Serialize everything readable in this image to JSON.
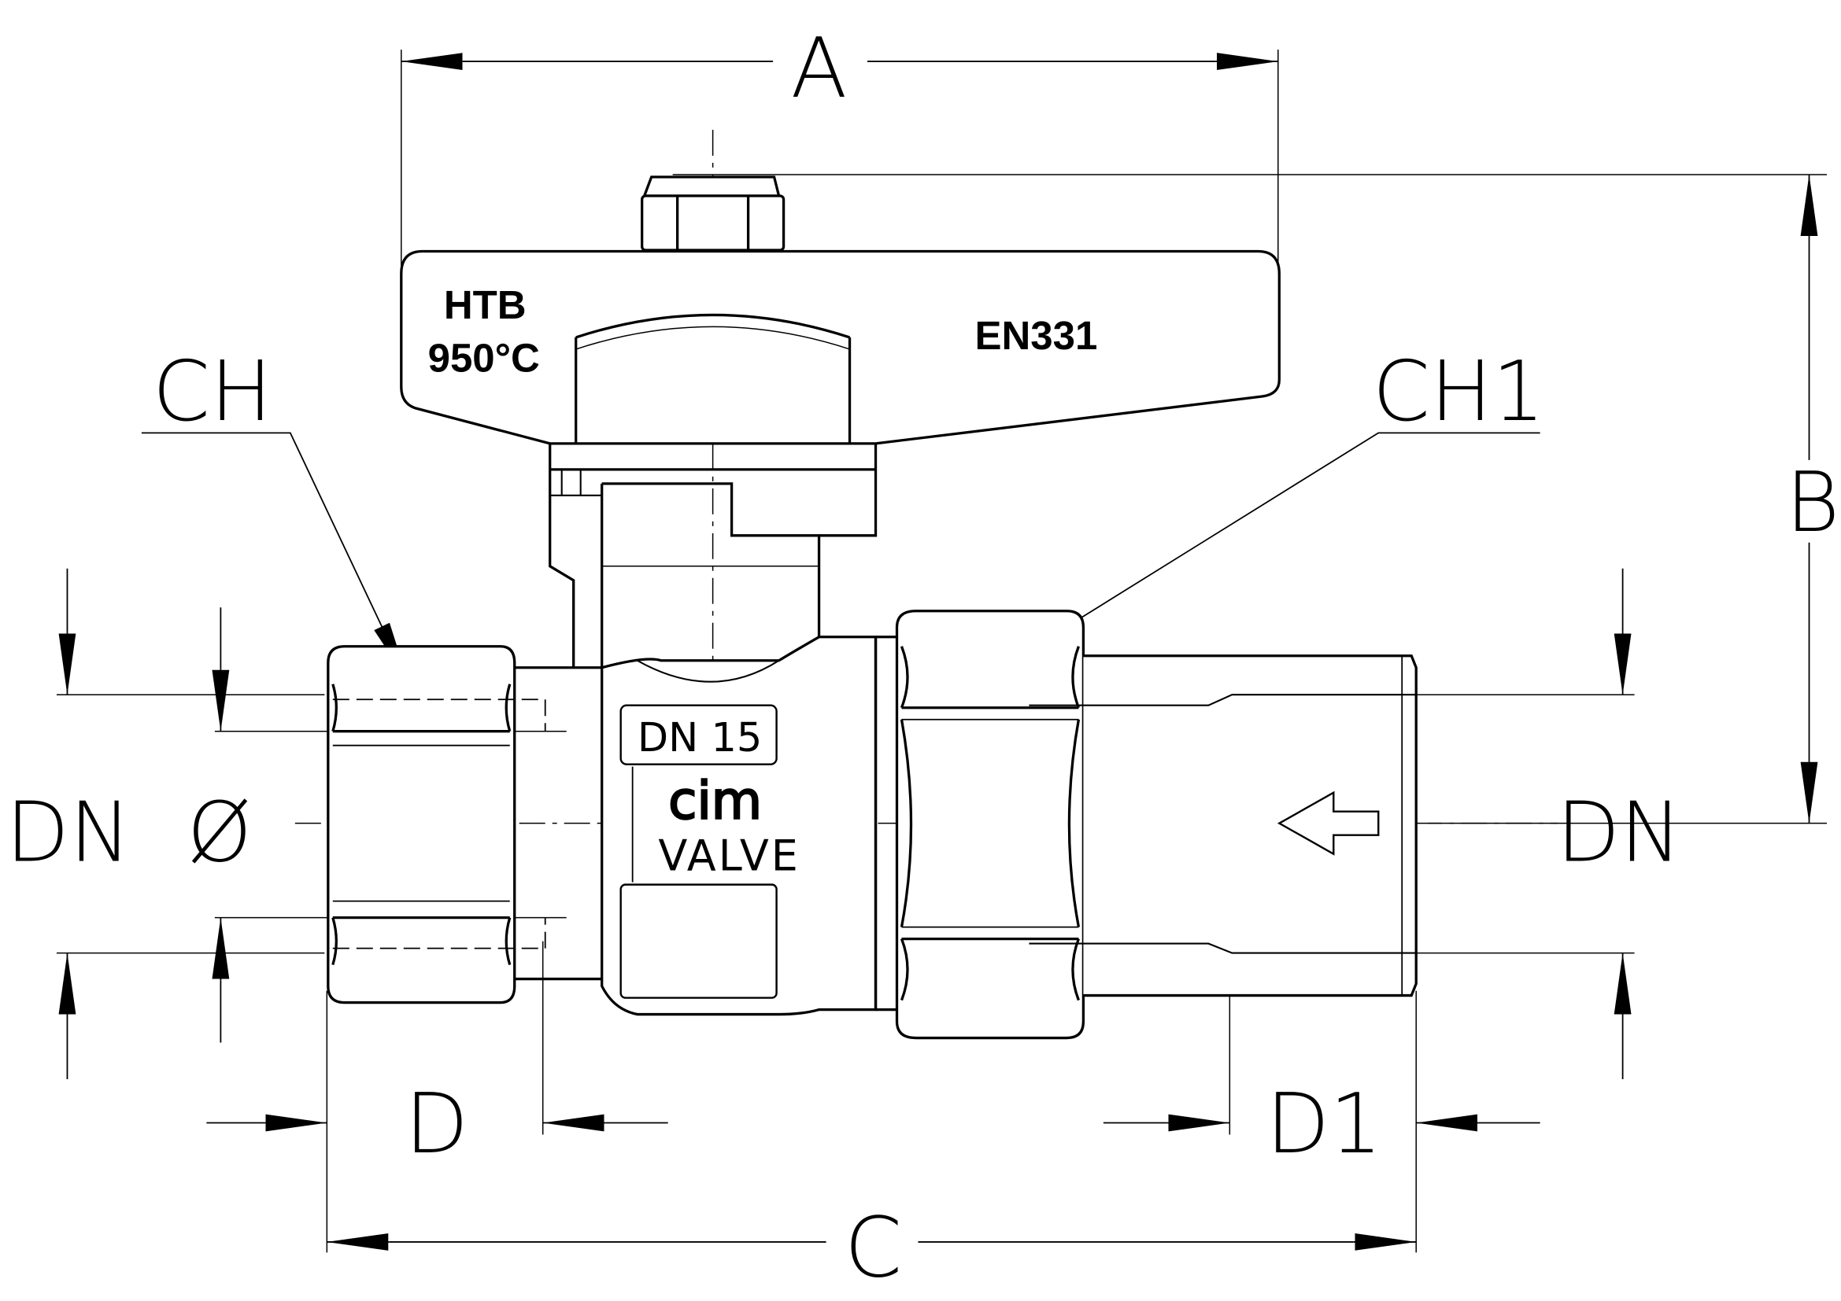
{
  "dimensions": {
    "a": "A",
    "b": "B",
    "c": "C",
    "d": "D",
    "d1": "D1",
    "ch": "CH",
    "ch1": "CH1",
    "dn_left": "DN",
    "dn_right": "DN",
    "diameter": "Ø"
  },
  "handle": {
    "brand": "HTB",
    "temperature": "950°C",
    "standard": "EN331"
  },
  "body": {
    "size_marking": "DN  15",
    "maker_logo": "cim",
    "maker_text": "VALVE"
  },
  "colors": {
    "line": "#000000",
    "background": "#ffffff"
  }
}
